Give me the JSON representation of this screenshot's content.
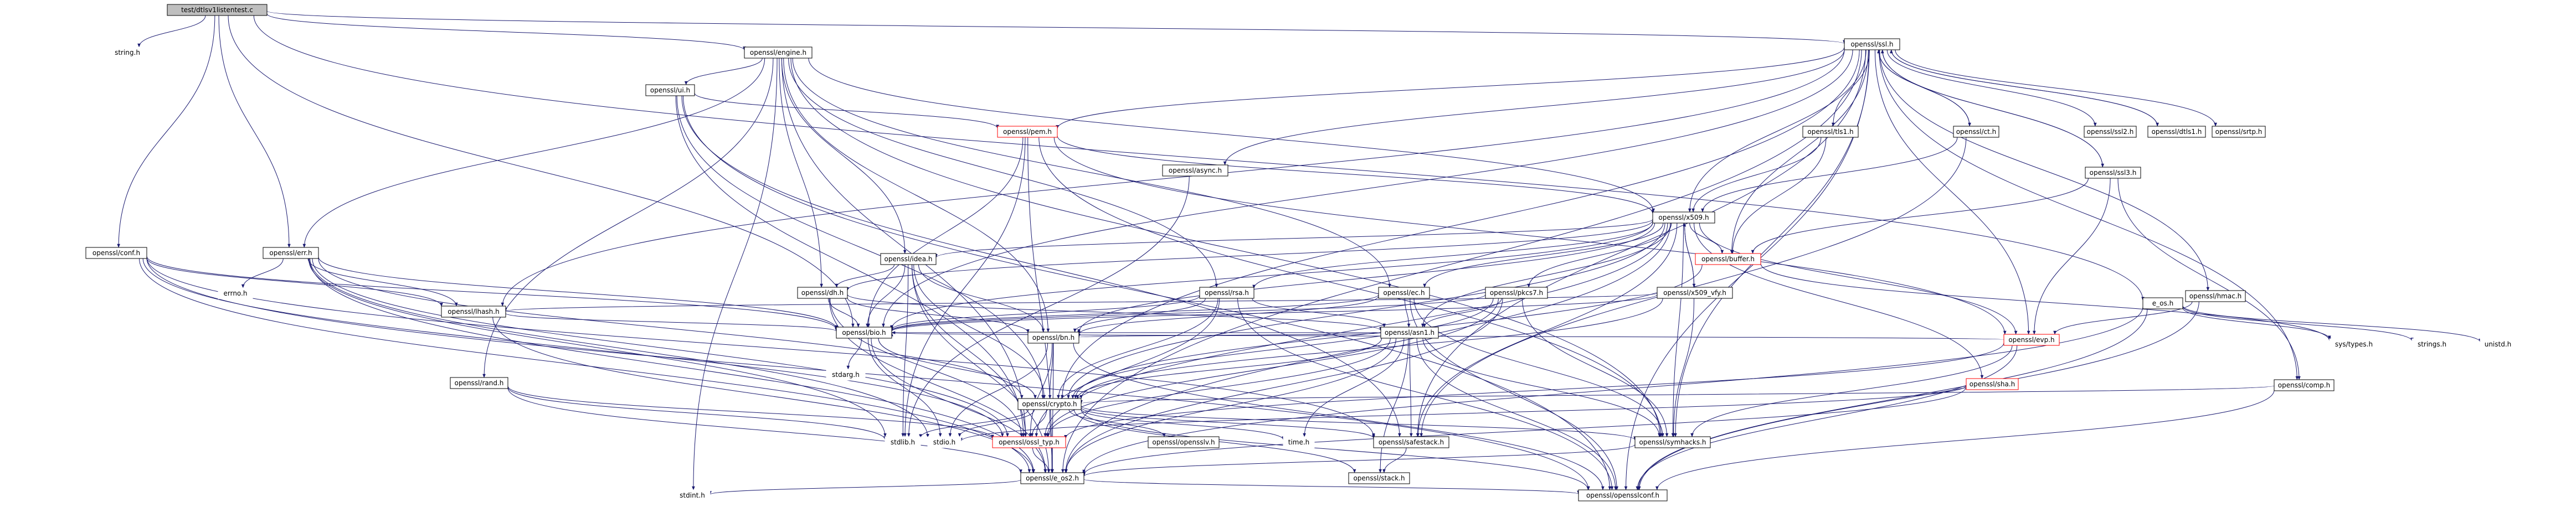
{
  "diagram": {
    "kind": "include-dependency-graph",
    "colors": {
      "edge": "#191970",
      "node_border": "#000000",
      "node_fill": "#ffffff",
      "root_fill": "#bfbfbf",
      "incomplete_border": "#ff0000",
      "text": "#000000"
    },
    "root": "root",
    "nodes": [
      {
        "id": "root",
        "label": "test/dtlsv1listentest.c",
        "style": "root"
      },
      {
        "id": "string_h",
        "label": "string.h",
        "style": "plain"
      },
      {
        "id": "engine_h",
        "label": "openssl/engine.h",
        "style": "box"
      },
      {
        "id": "ssl_h",
        "label": "openssl/ssl.h",
        "style": "box"
      },
      {
        "id": "conf_h",
        "label": "openssl/conf.h",
        "style": "box"
      },
      {
        "id": "err_h",
        "label": "openssl/err.h",
        "style": "box"
      },
      {
        "id": "e_os_h",
        "label": "e_os.h",
        "style": "box"
      },
      {
        "id": "ui_h",
        "label": "openssl/ui.h",
        "style": "box"
      },
      {
        "id": "pem_h",
        "label": "openssl/pem.h",
        "style": "partial"
      },
      {
        "id": "x509_h",
        "label": "openssl/x509.h",
        "style": "box"
      },
      {
        "id": "async_h",
        "label": "openssl/async.h",
        "style": "box"
      },
      {
        "id": "tls1_h",
        "label": "openssl/tls1.h",
        "style": "box"
      },
      {
        "id": "ct_h",
        "label": "openssl/ct.h",
        "style": "box"
      },
      {
        "id": "ssl2_h",
        "label": "openssl/ssl2.h",
        "style": "box"
      },
      {
        "id": "dtls1_h",
        "label": "openssl/dtls1.h",
        "style": "box"
      },
      {
        "id": "srtp_h",
        "label": "openssl/srtp.h",
        "style": "box"
      },
      {
        "id": "ssl3_h",
        "label": "openssl/ssl3.h",
        "style": "box"
      },
      {
        "id": "buffer_h",
        "label": "openssl/buffer.h",
        "style": "partial"
      },
      {
        "id": "idea_h",
        "label": "openssl/idea.h",
        "style": "box"
      },
      {
        "id": "dh_h",
        "label": "openssl/dh.h",
        "style": "box"
      },
      {
        "id": "rsa_h",
        "label": "openssl/rsa.h",
        "style": "box"
      },
      {
        "id": "ec_h",
        "label": "openssl/ec.h",
        "style": "box"
      },
      {
        "id": "pkcs7_h",
        "label": "openssl/pkcs7.h",
        "style": "box"
      },
      {
        "id": "x509vfy_h",
        "label": "openssl/x509_vfy.h",
        "style": "box"
      },
      {
        "id": "hmac_h",
        "label": "openssl/hmac.h",
        "style": "box"
      },
      {
        "id": "comp_h",
        "label": "openssl/comp.h",
        "style": "box"
      },
      {
        "id": "errno_h",
        "label": "errno.h",
        "style": "plain"
      },
      {
        "id": "lhash_h",
        "label": "openssl/lhash.h",
        "style": "box"
      },
      {
        "id": "asn1_h",
        "label": "openssl/asn1.h",
        "style": "box"
      },
      {
        "id": "evp_h",
        "label": "openssl/evp.h",
        "style": "partial"
      },
      {
        "id": "sha_h",
        "label": "openssl/sha.h",
        "style": "partial"
      },
      {
        "id": "bio_h",
        "label": "openssl/bio.h",
        "style": "box"
      },
      {
        "id": "bn_h",
        "label": "openssl/bn.h",
        "style": "box"
      },
      {
        "id": "rand_h",
        "label": "openssl/rand.h",
        "style": "box"
      },
      {
        "id": "stdarg_h",
        "label": "stdarg.h",
        "style": "plain"
      },
      {
        "id": "crypto_h",
        "label": "openssl/crypto.h",
        "style": "box"
      },
      {
        "id": "stdlib_h",
        "label": "stdlib.h",
        "style": "plain"
      },
      {
        "id": "stdio_h",
        "label": "stdio.h",
        "style": "plain"
      },
      {
        "id": "ossl_typ_h",
        "label": "openssl/ossl_typ.h",
        "style": "partial"
      },
      {
        "id": "opensslv_h",
        "label": "openssl/opensslv.h",
        "style": "box"
      },
      {
        "id": "time_h",
        "label": "time.h",
        "style": "plain"
      },
      {
        "id": "safestack_h",
        "label": "openssl/safestack.h",
        "style": "box"
      },
      {
        "id": "symhacks_h",
        "label": "openssl/symhacks.h",
        "style": "box"
      },
      {
        "id": "e_os2_h",
        "label": "openssl/e_os2.h",
        "style": "box"
      },
      {
        "id": "stack_h",
        "label": "openssl/stack.h",
        "style": "box"
      },
      {
        "id": "stdint_h",
        "label": "stdint.h",
        "style": "plain"
      },
      {
        "id": "opensslconf_h",
        "label": "openssl/opensslconf.h",
        "style": "box"
      },
      {
        "id": "systypes_h",
        "label": "sys/types.h",
        "style": "plain"
      },
      {
        "id": "strings_h",
        "label": "strings.h",
        "style": "plain"
      },
      {
        "id": "unistd_h",
        "label": "unistd.h",
        "style": "plain"
      }
    ],
    "edges": [
      [
        "root",
        "string_h"
      ],
      [
        "root",
        "engine_h"
      ],
      [
        "root",
        "ssl_h"
      ],
      [
        "root",
        "conf_h"
      ],
      [
        "root",
        "err_h"
      ],
      [
        "root",
        "e_os_h"
      ],
      [
        "root",
        "bio_h"
      ],
      [
        "engine_h",
        "ui_h"
      ],
      [
        "engine_h",
        "idea_h"
      ],
      [
        "engine_h",
        "rsa_h"
      ],
      [
        "engine_h",
        "ec_h"
      ],
      [
        "engine_h",
        "dh_h"
      ],
      [
        "engine_h",
        "x509_h"
      ],
      [
        "engine_h",
        "err_h"
      ],
      [
        "engine_h",
        "rand_h"
      ],
      [
        "engine_h",
        "bn_h"
      ],
      [
        "engine_h",
        "symhacks_h"
      ],
      [
        "engine_h",
        "ossl_typ_h"
      ],
      [
        "engine_h",
        "stdint_h"
      ],
      [
        "ui_h",
        "pem_h"
      ],
      [
        "ui_h",
        "crypto_h"
      ],
      [
        "ui_h",
        "safestack_h"
      ],
      [
        "ui_h",
        "ossl_typ_h"
      ],
      [
        "ui_h",
        "opensslconf_h"
      ],
      [
        "ssl_h",
        "pem_h"
      ],
      [
        "ssl_h",
        "x509_h"
      ],
      [
        "ssl_h",
        "async_h"
      ],
      [
        "ssl_h",
        "tls1_h"
      ],
      [
        "ssl_h",
        "ct_h"
      ],
      [
        "ssl_h",
        "ssl2_h"
      ],
      [
        "ssl_h",
        "dtls1_h"
      ],
      [
        "ssl_h",
        "srtp_h"
      ],
      [
        "ssl_h",
        "ssl3_h"
      ],
      [
        "ssl_h",
        "buffer_h"
      ],
      [
        "ssl_h",
        "hmac_h"
      ],
      [
        "ssl_h",
        "comp_h"
      ],
      [
        "ssl_h",
        "lhash_h"
      ],
      [
        "ssl_h",
        "evp_h"
      ],
      [
        "ssl_h",
        "bio_h"
      ],
      [
        "ssl_h",
        "crypto_h"
      ],
      [
        "ssl_h",
        "safestack_h"
      ],
      [
        "ssl_h",
        "symhacks_h"
      ],
      [
        "ssl_h",
        "e_os2_h"
      ],
      [
        "ssl_h",
        "opensslconf_h"
      ],
      [
        "tls1_h",
        "x509_h"
      ],
      [
        "tls1_h",
        "buffer_h"
      ],
      [
        "ct_h",
        "x509_h"
      ],
      [
        "ct_h",
        "safestack_h"
      ],
      [
        "ct_h",
        "ssl_h"
      ],
      [
        "ssl3_h",
        "ssl_h"
      ],
      [
        "ssl3_h",
        "comp_h"
      ],
      [
        "ssl3_h",
        "buffer_h"
      ],
      [
        "ssl3_h",
        "evp_h"
      ],
      [
        "dtls1_h",
        "ssl_h"
      ],
      [
        "pem_h",
        "x509_h"
      ],
      [
        "pem_h",
        "bio_h"
      ],
      [
        "pem_h",
        "evp_h"
      ],
      [
        "pem_h",
        "symhacks_h"
      ],
      [
        "pem_h",
        "e_os2_h"
      ],
      [
        "pem_h",
        "stdlib_h"
      ],
      [
        "async_h",
        "stdlib_h"
      ],
      [
        "x509_h",
        "buffer_h"
      ],
      [
        "x509_h",
        "idea_h"
      ],
      [
        "x509_h",
        "dh_h"
      ],
      [
        "x509_h",
        "rsa_h"
      ],
      [
        "x509_h",
        "ec_h"
      ],
      [
        "x509_h",
        "pkcs7_h"
      ],
      [
        "x509_h",
        "x509vfy_h"
      ],
      [
        "x509_h",
        "asn1_h"
      ],
      [
        "x509_h",
        "evp_h"
      ],
      [
        "x509_h",
        "sha_h"
      ],
      [
        "x509_h",
        "bio_h"
      ],
      [
        "x509_h",
        "bn_h"
      ],
      [
        "x509_h",
        "crypto_h"
      ],
      [
        "x509_h",
        "safestack_h"
      ],
      [
        "x509_h",
        "symhacks_h"
      ],
      [
        "x509_h",
        "ossl_typ_h"
      ],
      [
        "x509_h",
        "e_os2_h"
      ],
      [
        "x509vfy_h",
        "x509_h"
      ],
      [
        "x509vfy_h",
        "lhash_h"
      ],
      [
        "x509vfy_h",
        "bio_h"
      ],
      [
        "x509vfy_h",
        "crypto_h"
      ],
      [
        "x509vfy_h",
        "symhacks_h"
      ],
      [
        "buffer_h",
        "systypes_h"
      ],
      [
        "buffer_h",
        "crypto_h"
      ],
      [
        "idea_h",
        "dh_h"
      ],
      [
        "idea_h",
        "bio_h"
      ],
      [
        "idea_h",
        "bn_h"
      ],
      [
        "idea_h",
        "crypto_h"
      ],
      [
        "idea_h",
        "ossl_typ_h"
      ],
      [
        "idea_h",
        "stdlib_h"
      ],
      [
        "idea_h",
        "e_os2_h"
      ],
      [
        "dh_h",
        "asn1_h"
      ],
      [
        "dh_h",
        "bio_h"
      ],
      [
        "dh_h",
        "bn_h"
      ],
      [
        "dh_h",
        "ossl_typ_h"
      ],
      [
        "dh_h",
        "e_os2_h"
      ],
      [
        "rsa_h",
        "asn1_h"
      ],
      [
        "rsa_h",
        "bio_h"
      ],
      [
        "rsa_h",
        "bn_h"
      ],
      [
        "rsa_h",
        "crypto_h"
      ],
      [
        "rsa_h",
        "ossl_typ_h"
      ],
      [
        "rsa_h",
        "opensslconf_h"
      ],
      [
        "ec_h",
        "asn1_h"
      ],
      [
        "ec_h",
        "bio_h"
      ],
      [
        "ec_h",
        "bn_h"
      ],
      [
        "ec_h",
        "symhacks_h"
      ],
      [
        "ec_h",
        "opensslconf_h"
      ],
      [
        "pkcs7_h",
        "asn1_h"
      ],
      [
        "pkcs7_h",
        "bio_h"
      ],
      [
        "pkcs7_h",
        "crypto_h"
      ],
      [
        "pkcs7_h",
        "ossl_typ_h"
      ],
      [
        "pkcs7_h",
        "symhacks_h"
      ],
      [
        "pkcs7_h",
        "e_os2_h"
      ],
      [
        "asn1_h",
        "bio_h"
      ],
      [
        "asn1_h",
        "bn_h"
      ],
      [
        "asn1_h",
        "crypto_h"
      ],
      [
        "asn1_h",
        "safestack_h"
      ],
      [
        "asn1_h",
        "symhacks_h"
      ],
      [
        "asn1_h",
        "ossl_typ_h"
      ],
      [
        "asn1_h",
        "e_os2_h"
      ],
      [
        "asn1_h",
        "time_h"
      ],
      [
        "asn1_h",
        "stack_h"
      ],
      [
        "asn1_h",
        "opensslconf_h"
      ],
      [
        "hmac_h",
        "evp_h"
      ],
      [
        "hmac_h",
        "opensslconf_h"
      ],
      [
        "comp_h",
        "crypto_h"
      ],
      [
        "comp_h",
        "opensslconf_h"
      ],
      [
        "evp_h",
        "bio_h"
      ],
      [
        "evp_h",
        "symhacks_h"
      ],
      [
        "evp_h",
        "ossl_typ_h"
      ],
      [
        "evp_h",
        "opensslconf_h"
      ],
      [
        "sha_h",
        "e_os2_h"
      ],
      [
        "sha_h",
        "stdio_h"
      ],
      [
        "conf_h",
        "bio_h"
      ],
      [
        "conf_h",
        "lhash_h"
      ],
      [
        "conf_h",
        "safestack_h"
      ],
      [
        "conf_h",
        "e_os2_h"
      ],
      [
        "conf_h",
        "ossl_typ_h"
      ],
      [
        "conf_h",
        "opensslconf_h"
      ],
      [
        "err_h",
        "lhash_h"
      ],
      [
        "err_h",
        "bio_h"
      ],
      [
        "err_h",
        "crypto_h"
      ],
      [
        "err_h",
        "ossl_typ_h"
      ],
      [
        "err_h",
        "e_os2_h"
      ],
      [
        "err_h",
        "errno_h"
      ],
      [
        "err_h",
        "stdlib_h"
      ],
      [
        "err_h",
        "stdio_h"
      ],
      [
        "lhash_h",
        "bio_h"
      ],
      [
        "lhash_h",
        "e_os2_h"
      ],
      [
        "e_os_h",
        "systypes_h"
      ],
      [
        "e_os_h",
        "strings_h"
      ],
      [
        "e_os_h",
        "unistd_h"
      ],
      [
        "e_os_h",
        "e_os2_h"
      ],
      [
        "e_os_h",
        "opensslconf_h"
      ],
      [
        "bio_h",
        "stdarg_h"
      ],
      [
        "bio_h",
        "stdio_h"
      ],
      [
        "bio_h",
        "crypto_h"
      ],
      [
        "bio_h",
        "e_os2_h"
      ],
      [
        "bn_h",
        "crypto_h"
      ],
      [
        "bn_h",
        "ossl_typ_h"
      ],
      [
        "bn_h",
        "e_os2_h"
      ],
      [
        "bn_h",
        "stdio_h"
      ],
      [
        "bn_h",
        "opensslconf_h"
      ],
      [
        "rand_h",
        "ossl_typ_h"
      ],
      [
        "rand_h",
        "e_os2_h"
      ],
      [
        "rand_h",
        "stdlib_h"
      ],
      [
        "crypto_h",
        "stdlib_h"
      ],
      [
        "crypto_h",
        "stdio_h"
      ],
      [
        "crypto_h",
        "ossl_typ_h"
      ],
      [
        "crypto_h",
        "opensslv_h"
      ],
      [
        "crypto_h",
        "time_h"
      ],
      [
        "crypto_h",
        "safestack_h"
      ],
      [
        "crypto_h",
        "symhacks_h"
      ],
      [
        "crypto_h",
        "e_os2_h"
      ],
      [
        "crypto_h",
        "stack_h"
      ],
      [
        "crypto_h",
        "opensslconf_h"
      ],
      [
        "ossl_typ_h",
        "e_os2_h"
      ],
      [
        "safestack_h",
        "stack_h"
      ],
      [
        "symhacks_h",
        "e_os2_h"
      ],
      [
        "e_os2_h",
        "stdint_h"
      ],
      [
        "e_os2_h",
        "opensslconf_h"
      ]
    ]
  }
}
